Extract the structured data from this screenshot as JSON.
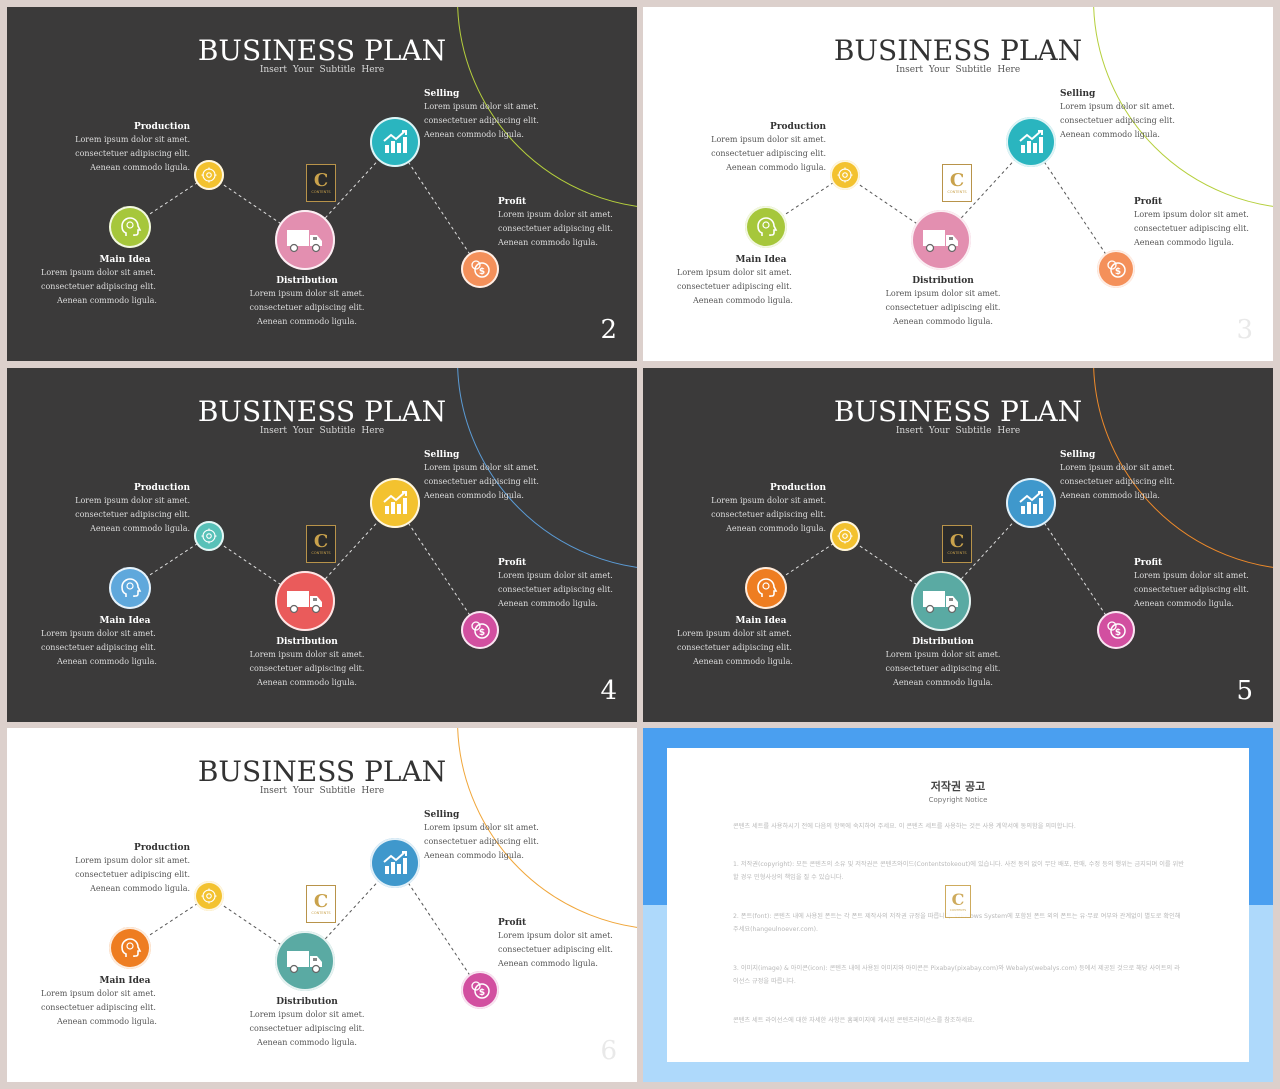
{
  "slides": [
    {
      "number": "2",
      "theme": "dark",
      "arc_color": "#b5cf3c",
      "colors": {
        "main_idea": "#a6c73b",
        "production": "#f3c22f",
        "distribution": "#e38fb0",
        "selling": "#2ab5bf",
        "profit": "#f4905a"
      }
    },
    {
      "number": "3",
      "theme": "light",
      "arc_color": "#b5cf3c",
      "colors": {
        "main_idea": "#a6c73b",
        "production": "#f3c22f",
        "distribution": "#e38fb0",
        "selling": "#2ab5bf",
        "profit": "#f4905a"
      }
    },
    {
      "number": "4",
      "theme": "dark",
      "arc_color": "#5b9bd5",
      "colors": {
        "main_idea": "#5fa8dc",
        "production": "#58c1b8",
        "distribution": "#ea5b5b",
        "selling": "#f3c22f",
        "profit": "#d24fa0"
      }
    },
    {
      "number": "5",
      "theme": "dark",
      "arc_color": "#ee8a2a",
      "colors": {
        "main_idea": "#ee7d21",
        "production": "#f3c22f",
        "distribution": "#5aaaa3",
        "selling": "#3f98cc",
        "profit": "#d24fa0"
      }
    },
    {
      "number": "6",
      "theme": "light",
      "arc_color": "#f0a63a",
      "colors": {
        "main_idea": "#ee7d21",
        "production": "#f3c22f",
        "distribution": "#5aaaa3",
        "selling": "#3f98cc",
        "profit": "#d24fa0"
      }
    }
  ],
  "content": {
    "title": "BUSINESS PLAN",
    "subtitle": "Insert Your Subtitle Here",
    "logo_letter": "C",
    "logo_text": "CONTENTS",
    "production": {
      "heading": "Production",
      "line1": "Lorem ipsum dolor sit amet.",
      "line2": "consectetuer adipiscing elit.",
      "line3": "Aenean commodo ligula."
    },
    "main_idea": {
      "heading": "Main Idea",
      "line1": "Lorem ipsum dolor sit amet.",
      "line2": "consectetuer adipiscing elit.",
      "line3": "Aenean commodo ligula."
    },
    "distribution": {
      "heading": "Distribution",
      "line1": "Lorem ipsum dolor sit amet.",
      "line2": "consectetuer adipiscing elit.",
      "line3": "Aenean commodo ligula."
    },
    "selling": {
      "heading": "Selling",
      "line1": "Lorem ipsum dolor sit amet.",
      "line2": "consectetuer adipiscing elit.",
      "line3": "Aenean commodo ligula."
    },
    "profit": {
      "heading": "Profit",
      "line1": "Lorem ipsum dolor sit amet.",
      "line2": "consectetuer adipiscing elit.",
      "line3": "Aenean commodo ligula."
    }
  },
  "icons": {
    "main_idea": "brain-head-icon",
    "production": "gear-cycle-icon",
    "distribution": "truck-icon",
    "selling": "growth-chart-icon",
    "profit": "coins-icon"
  },
  "notice": {
    "title": "저작권 공고",
    "subtitle": "Copyright Notice",
    "intro": "콘텐츠 세트를 사용하시기 전에 다음의 항목에 숙지하여 주세요. 이 콘텐츠 세트를 사용하는 것은 사용 계약서에 동의함을 의미합니다.",
    "p1": "1. 저작권(copyright): 모든 콘텐츠의 소유 및 저작권은 콘텐츠와이드(Contentstokeout)에 있습니다. 사전 동의 없이 무단 배포, 판매, 수정 등의 행위는 금지되며 이를 위반할 경우 민형사상의 책임을 질 수 있습니다.",
    "p2": "2. 폰트(font): 콘텐츠 내에 사용된 폰트는 각 폰트 제작사의 저작권 규정을 따릅니다. Windows System에 포함된 폰트 외의 폰트는 유·무료 여부와 관계없이 별도로 확인해 주세요(hangeulnoever.com).",
    "p3": "3. 이미지(image) & 아이콘(icon): 콘텐츠 내에 사용된 이미지와 아이콘은 Pixabay(pixabay.com)와 Webalys(webalys.com) 등에서 제공된 것으로 해당 사이트의 라이선스 규정을 따릅니다.",
    "outro": "콘텐츠 세트 라이선스에 대한 자세한 사항은 홈페이지에 게시된 콘텐츠라이선스를 참조하세요."
  }
}
